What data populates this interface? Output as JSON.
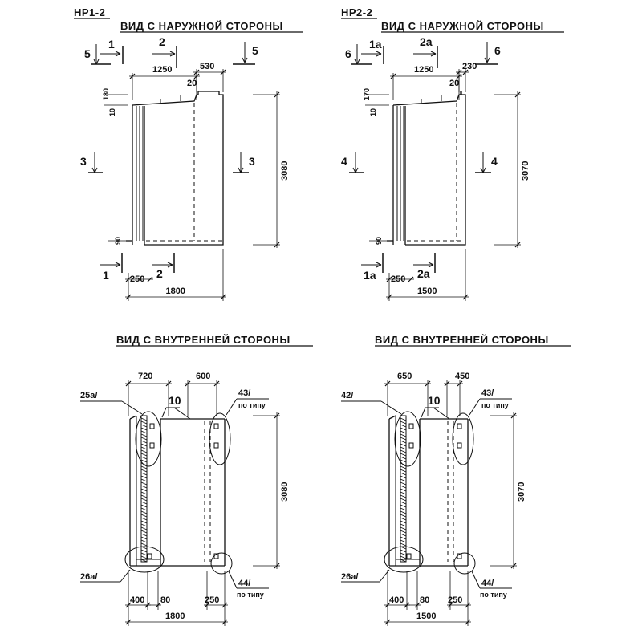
{
  "top_views": [
    {
      "mark": "НР1-2",
      "title": "ВИД С НАРУЖНОЙ СТОРОНЫ",
      "sec_left": "5",
      "sec_right": "5",
      "cut_a": "1",
      "cut_b": "2",
      "side_sec": "3",
      "dim_main": "1250",
      "dim_step": "530",
      "dim_20": "20",
      "dim_top": "180",
      "dim_10": "10",
      "dim_90": "90",
      "height": "3080",
      "dim_250": "250",
      "width": "1800"
    },
    {
      "mark": "НР2-2",
      "title": "ВИД С НАРУЖНОЙ СТОРОНЫ",
      "sec_left": "6",
      "sec_right": "6",
      "cut_a": "1а",
      "cut_b": "2а",
      "side_sec": "4",
      "dim_main": "1250",
      "dim_step": "230",
      "dim_20": "20",
      "dim_top": "170",
      "dim_10": "10",
      "dim_90": "90",
      "height": "3070",
      "dim_250": "250",
      "width": "1500"
    }
  ],
  "bottom_views": [
    {
      "title": "ВИД С ВНУТРЕННЕЙ СТОРОНЫ",
      "dim_left": "720",
      "dim_right": "600",
      "weld": "10",
      "callout_tl": "25а/",
      "callout_tr": "43/",
      "note_tr": "по типу",
      "height": "3080",
      "callout_bl": "26а/",
      "callout_br": "44/",
      "note_br": "по типу",
      "dim_400": "400",
      "dim_80": "80",
      "dim_250": "250",
      "width": "1800"
    },
    {
      "title": "ВИД С ВНУТРЕННЕЙ СТОРОНЫ",
      "dim_left": "650",
      "dim_right": "450",
      "weld": "10",
      "callout_tl": "42/",
      "callout_tr": "43/",
      "note_tr": "по типу",
      "height": "3070",
      "callout_bl": "26а/",
      "callout_br": "44/",
      "note_br": "по типу",
      "dim_400": "400",
      "dim_80": "80",
      "dim_250": "250",
      "width": "1500"
    }
  ]
}
